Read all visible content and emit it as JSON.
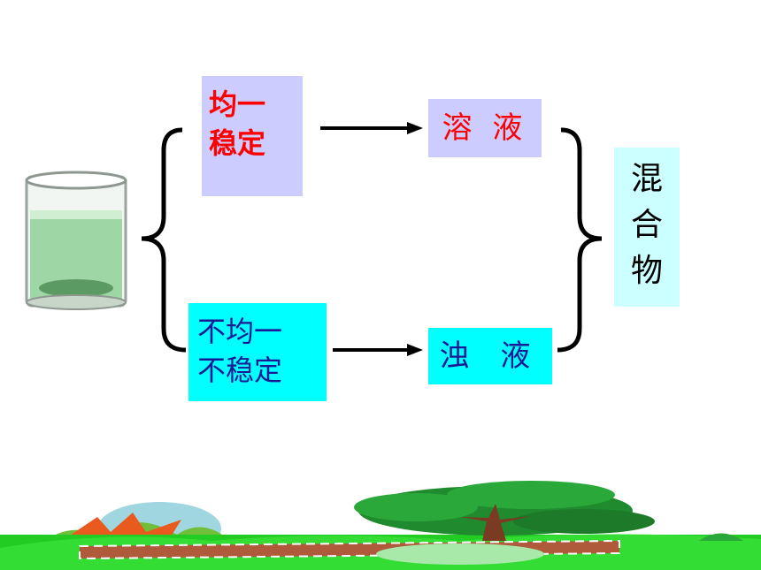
{
  "left_group": {
    "uniform_box": {
      "line1": "均一",
      "line2": "稳定"
    },
    "nonuniform_box": {
      "line1": "不均一",
      "line2": "不稳定"
    }
  },
  "right_group": {
    "solution_label": "溶 液",
    "suspension_label": "浊 液"
  },
  "conclusion": {
    "char1": "混",
    "char2": "合",
    "char3": "物"
  },
  "colors": {
    "lavender_box": "#ccccff",
    "cyan_box": "#00ffff",
    "light_cyan_box": "#ccffff",
    "red_text": "#ff0000",
    "blue_text": "#1a1a99"
  }
}
